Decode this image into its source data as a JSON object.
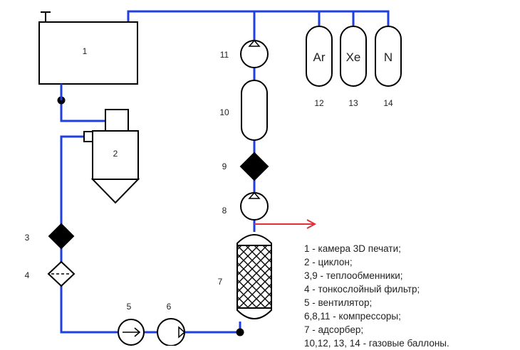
{
  "labels": {
    "n1": "1",
    "n2": "2",
    "n3": "3",
    "n4": "4",
    "n5": "5",
    "n6": "6",
    "n7": "7",
    "n8": "8",
    "n9": "9",
    "n10": "10",
    "n11": "11",
    "n12": "12",
    "n13": "13",
    "n14": "14"
  },
  "gases": {
    "ar": "Ar",
    "xe": "Xe",
    "n": "N"
  },
  "legend": [
    "1 - камера 3D печати;",
    "2 - циклон;",
    "3,9 - теплообменники;",
    "4 - тонкослойный фильтр;",
    "5 - вентилятор;",
    "6,8,11 - компрессоры;",
    "7 - адсорбер;",
    "10,12, 13, 14 - газовые баллоны."
  ],
  "colors": {
    "pipe": "#1f3fe0",
    "outlet_arrow": "#e0303a",
    "outline": "#000000"
  }
}
